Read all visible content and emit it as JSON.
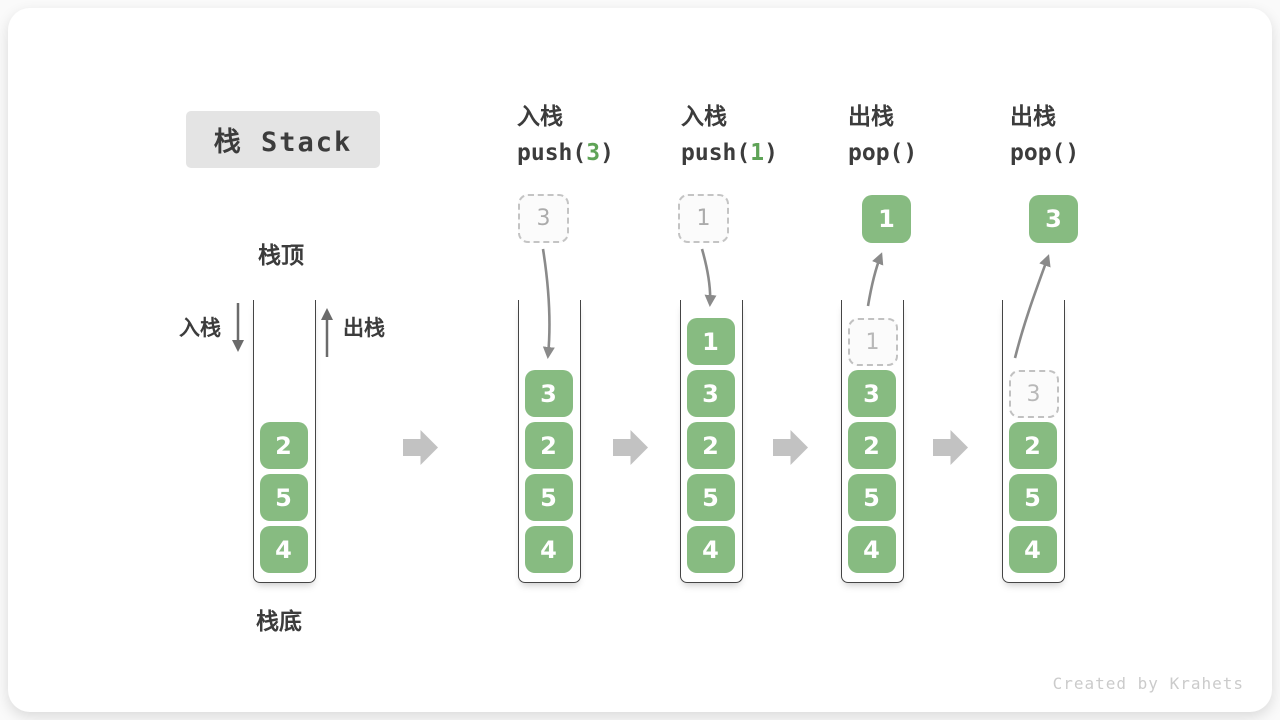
{
  "title": "栈 Stack",
  "watermark": "Created by Krahets",
  "labels": {
    "stack_top": "栈顶",
    "stack_bottom": "栈底",
    "push_side": "入栈",
    "pop_side": "出栈"
  },
  "operations": [
    {
      "label": "入栈",
      "code_pre": "push(",
      "code_arg": "3",
      "code_post": ")"
    },
    {
      "label": "入栈",
      "code_pre": "push(",
      "code_arg": "1",
      "code_post": ")"
    },
    {
      "label": "出栈",
      "code_pre": "pop(",
      "code_arg": "",
      "code_post": ")"
    },
    {
      "label": "出栈",
      "code_pre": "pop(",
      "code_arg": "",
      "code_post": ")"
    }
  ],
  "colors": {
    "element_green": "#87BB81",
    "code_number_green": "#5FA357",
    "flow_arrow_gray": "#C2C2C2",
    "motion_arrow_gray": "#8A8A8A"
  },
  "stacks": [
    {
      "name": "initial",
      "cells": [
        {
          "value": "2",
          "slot": 2
        },
        {
          "value": "5",
          "slot": 3
        },
        {
          "value": "4",
          "slot": 4
        }
      ]
    },
    {
      "name": "after-push-3",
      "floating": {
        "value": "3",
        "variant": "dashed"
      },
      "cells": [
        {
          "value": "3",
          "slot": 1
        },
        {
          "value": "2",
          "slot": 2
        },
        {
          "value": "5",
          "slot": 3
        },
        {
          "value": "4",
          "slot": 4
        }
      ]
    },
    {
      "name": "after-push-1",
      "floating": {
        "value": "1",
        "variant": "dashed"
      },
      "cells": [
        {
          "value": "1",
          "slot": 0
        },
        {
          "value": "3",
          "slot": 1
        },
        {
          "value": "2",
          "slot": 2
        },
        {
          "value": "5",
          "slot": 3
        },
        {
          "value": "4",
          "slot": 4
        }
      ]
    },
    {
      "name": "after-pop-1",
      "floating": {
        "value": "1",
        "variant": "solid"
      },
      "cells": [
        {
          "value": "1",
          "slot": 0,
          "ghost": true
        },
        {
          "value": "3",
          "slot": 1
        },
        {
          "value": "2",
          "slot": 2
        },
        {
          "value": "5",
          "slot": 3
        },
        {
          "value": "4",
          "slot": 4
        }
      ]
    },
    {
      "name": "after-pop-3",
      "floating": {
        "value": "3",
        "variant": "solid"
      },
      "cells": [
        {
          "value": "3",
          "slot": 1,
          "ghost": true
        },
        {
          "value": "2",
          "slot": 2
        },
        {
          "value": "5",
          "slot": 3
        },
        {
          "value": "4",
          "slot": 4
        }
      ]
    }
  ]
}
